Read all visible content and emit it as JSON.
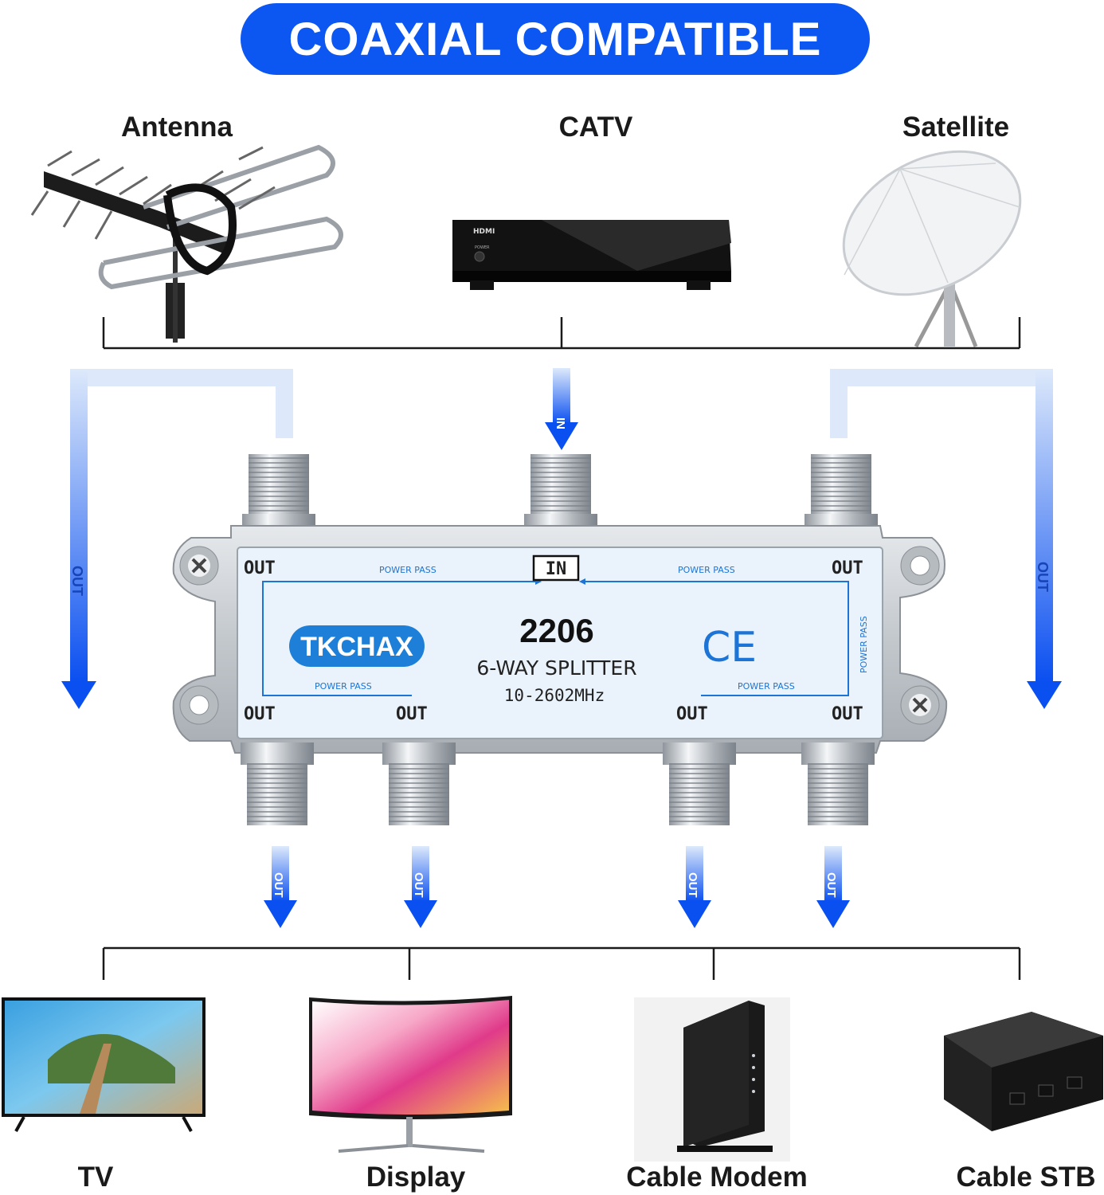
{
  "banner": {
    "title": "COAXIAL COMPATIBLE"
  },
  "sources": [
    {
      "label": "Antenna",
      "icon": "antenna-icon"
    },
    {
      "label": "CATV",
      "icon": "catv-box-icon"
    },
    {
      "label": "Satellite",
      "icon": "satellite-dish-icon"
    }
  ],
  "splitter": {
    "brand": "TKCHAX",
    "model": "2206",
    "type": "6-WAY SPLITTER",
    "frequency": "10-2602MHz",
    "in_label": "IN",
    "out_label": "OUT",
    "power_pass": "POWER PASS",
    "ce_mark": "CE",
    "catv_brand": "HDMI",
    "catv_button": "POWER"
  },
  "arrows": {
    "in_label": "IN",
    "out_label": "OUT"
  },
  "devices": [
    {
      "label": "TV",
      "icon": "tv-icon"
    },
    {
      "label": "Display",
      "icon": "curved-monitor-icon"
    },
    {
      "label": "Cable Modem",
      "icon": "cable-modem-icon"
    },
    {
      "label": "Cable STB",
      "icon": "set-top-box-icon"
    }
  ],
  "colors": {
    "accent": "#0c56f2",
    "arrow_top": "#dde9fb",
    "arrow_bottom": "#0a4ff0",
    "splitter_body": "#c9cdd2",
    "label_panel": "#eaf3fb"
  }
}
